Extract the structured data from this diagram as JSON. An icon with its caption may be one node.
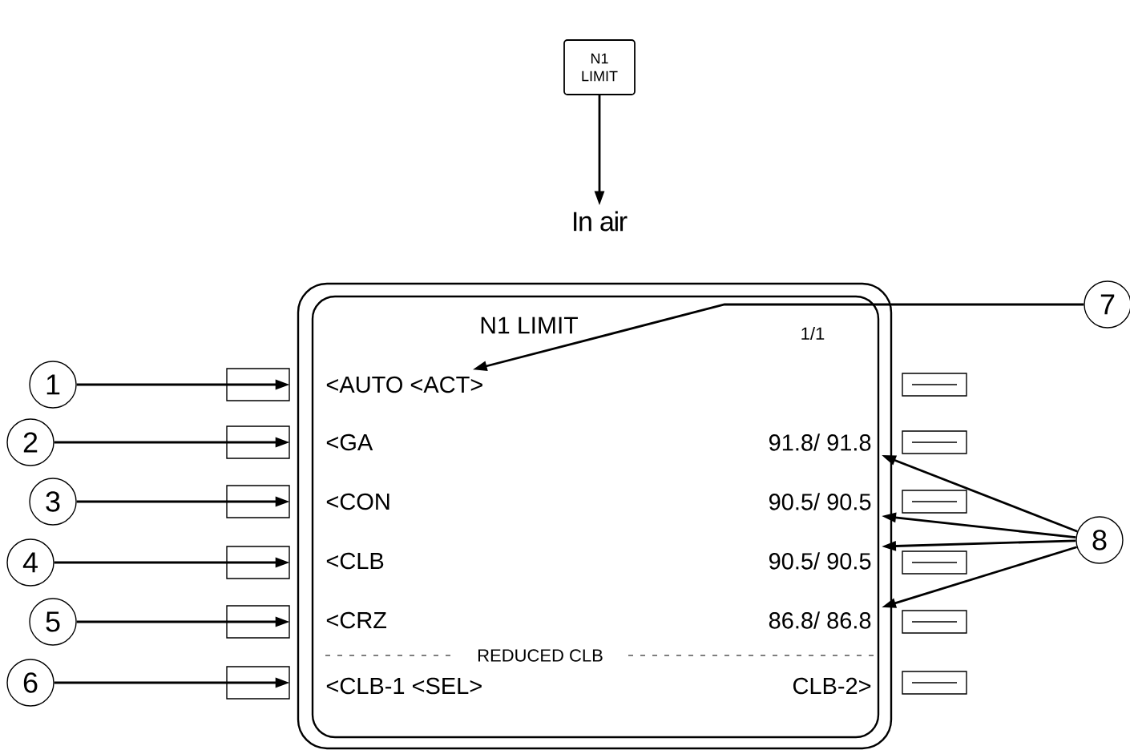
{
  "diagram": {
    "nodes": [
      {
        "text": [
          "N1 LIMIT"
        ]
      },
      {
        "text": [
          "In air"
        ]
      },
      {
        "text": [],
        "shape": "box"
      },
      {
        "text": [
          "N1 LIMIT"
        ],
        "in": 2
      },
      {
        "text": [
          "1/1"
        ],
        "in": 2
      },
      {
        "text": [
          "<AUTO <ACT>"
        ],
        "in": 2
      },
      {
        "text": [
          "<GA"
        ],
        "in": 2
      },
      {
        "text": [
          "91.8/ 91.8"
        ],
        "in": 2
      },
      {
        "text": [
          "<CON"
        ],
        "in": 2
      },
      {
        "text": [
          "90.5/ 90.5"
        ],
        "in": 2
      },
      {
        "text": [
          "<CLB"
        ],
        "in": 2
      },
      {
        "text": [
          "90.5/ 90.5"
        ],
        "in": 2
      },
      {
        "text": [
          "<CRZ"
        ],
        "in": 2
      },
      {
        "text": [
          "86.8/ 86.8"
        ],
        "in": 2
      },
      {
        "text": [
          "REDUCED CLB"
        ],
        "in": 2
      },
      {
        "text": [
          "<CLB-1 <SEL>"
        ],
        "in": 2
      },
      {
        "text": [
          "CLB-2>"
        ],
        "in": 2
      },
      {
        "text": [],
        "shape": "box"
      },
      {
        "text": [],
        "shape": "box"
      },
      {
        "text": [],
        "shape": "box"
      },
      {
        "text": [],
        "shape": "box"
      },
      {
        "text": [],
        "shape": "box"
      },
      {
        "text": [],
        "shape": "box"
      },
      {
        "text": [],
        "shape": "box"
      },
      {
        "text": [],
        "shape": "box"
      },
      {
        "text": [],
        "shape": "box"
      },
      {
        "text": [],
        "shape": "box"
      },
      {
        "text": [],
        "shape": "box"
      },
      {
        "text": [],
        "shape": "box"
      },
      {
        "text": [
          "1"
        ]
      },
      {
        "text": [
          "2"
        ]
      },
      {
        "text": [
          "3"
        ]
      },
      {
        "text": [
          "4"
        ]
      },
      {
        "text": [
          "5"
        ]
      },
      {
        "text": [
          "6"
        ]
      },
      {
        "text": [
          "7"
        ]
      },
      {
        "text": [
          "8"
        ]
      }
    ],
    "edges": [
      {
        "from": 0,
        "to": 1,
        "arrow": "to"
      },
      {
        "from": 29,
        "to": 17,
        "arrow": "to"
      },
      {
        "from": 30,
        "to": 18,
        "arrow": "to"
      },
      {
        "from": 31,
        "to": 19,
        "arrow": "to"
      },
      {
        "from": 32,
        "to": 20,
        "arrow": "to"
      },
      {
        "from": 33,
        "to": 21,
        "arrow": "to"
      },
      {
        "from": 34,
        "to": 22,
        "arrow": "to"
      },
      {
        "from": 35,
        "to": 5,
        "arrow": "to"
      },
      {
        "from": 36,
        "to": 7,
        "arrow": "to"
      },
      {
        "from": 36,
        "to": 9,
        "arrow": "to"
      },
      {
        "from": 36,
        "to": 11,
        "arrow": "to"
      },
      {
        "from": 36,
        "to": 13,
        "arrow": "to"
      }
    ]
  }
}
